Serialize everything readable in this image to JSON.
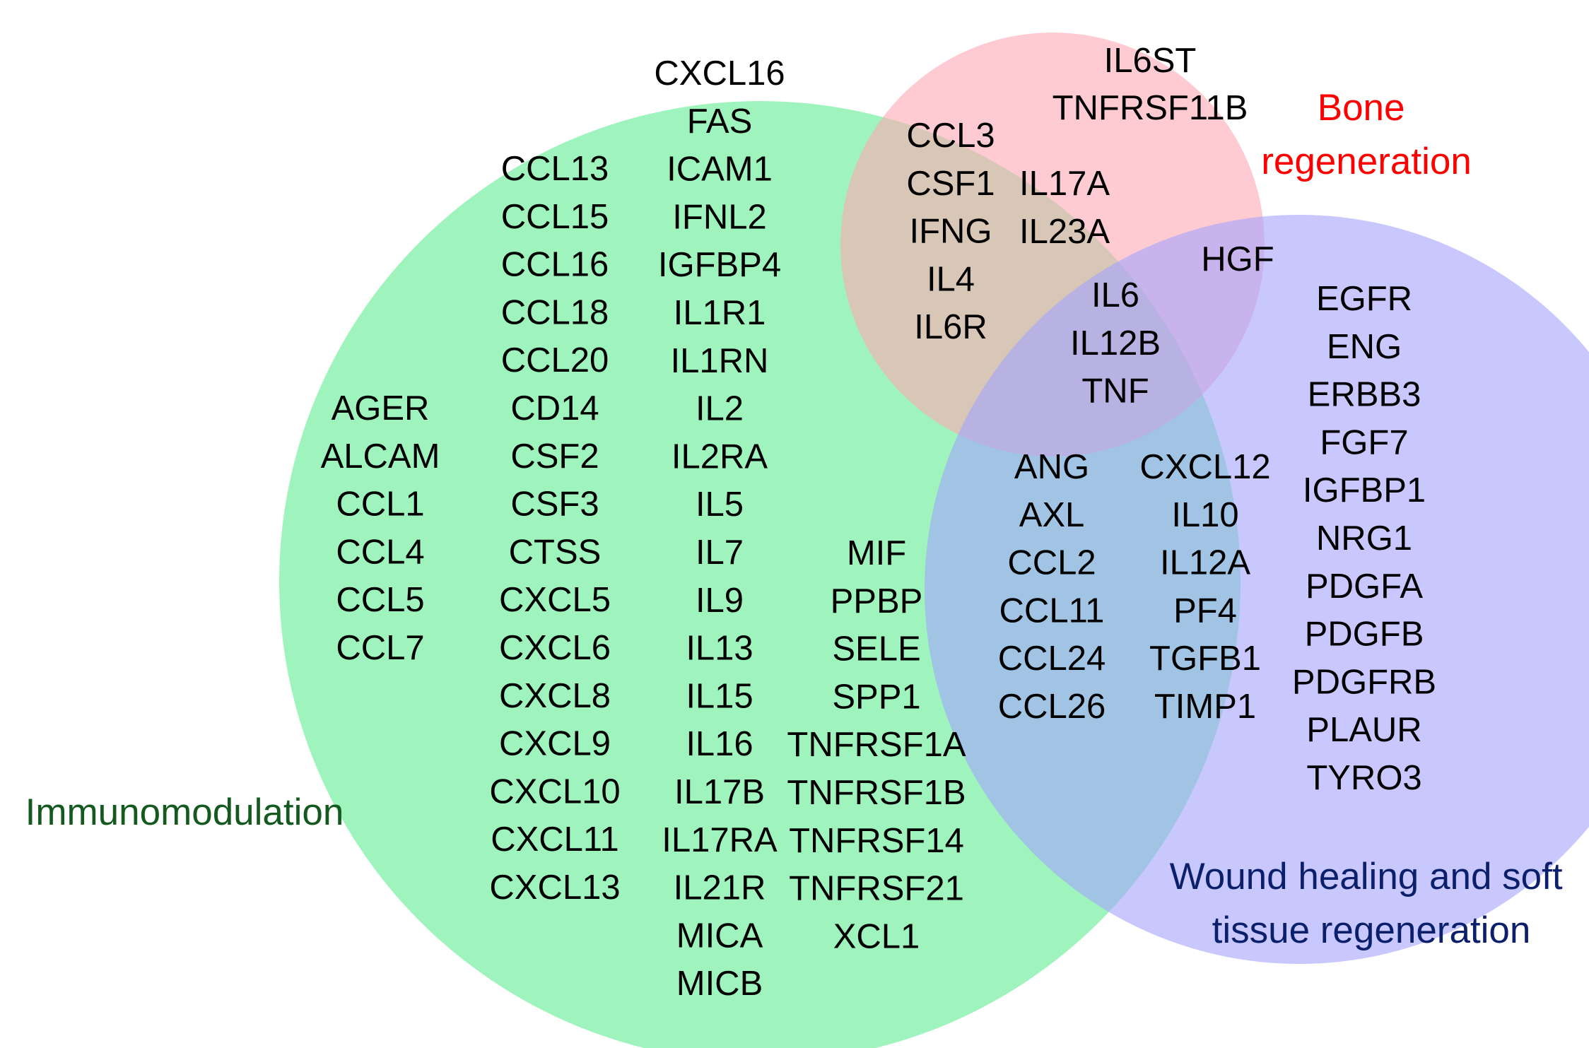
{
  "sets": {
    "immuno": {
      "label_lines": [
        "Immunomodulation"
      ],
      "fill": "#7ef0a6",
      "text_color": "#145a1f"
    },
    "bone": {
      "label_lines": [
        "Bone",
        "regeneration"
      ],
      "fill": "#ffa8b4",
      "text_color": "#ff0000"
    },
    "wound": {
      "label_lines": [
        "Wound healing and soft",
        "tissue regeneration"
      ],
      "fill": "#a3a3ff",
      "text_color": "#0b1f6b"
    }
  },
  "regions": {
    "immuno_only_col1": [
      "AGER",
      "ALCAM",
      "CCL1",
      "CCL4",
      "CCL5",
      "CCL7"
    ],
    "immuno_only_col2": [
      "CCL13",
      "CCL15",
      "CCL16",
      "CCL18",
      "CCL20",
      "CD14",
      "CSF2",
      "CSF3",
      "CTSS",
      "CXCL5",
      "CXCL6",
      "CXCL8",
      "CXCL9",
      "CXCL10",
      "CXCL11",
      "CXCL13"
    ],
    "immuno_only_col3": [
      "CXCL16",
      "FAS",
      "ICAM1",
      "IFNL2",
      "IGFBP4",
      "IL1R1",
      "IL1RN",
      "IL2",
      "IL2RA",
      "IL5",
      "IL7",
      "IL9",
      "IL13",
      "IL15",
      "IL16",
      "IL17B",
      "IL17RA",
      "IL21R",
      "MICA",
      "MICB"
    ],
    "immuno_only_col4": [
      "MIF",
      "PPBP",
      "SELE",
      "SPP1",
      "TNFRSF1A",
      "TNFRSF1B",
      "TNFRSF14",
      "TNFRSF21",
      "XCL1"
    ],
    "bone_only": [
      "IL6ST",
      "TNFRSF11B"
    ],
    "immuno_bone_col1": [
      "CCL3",
      "CSF1",
      "IFNG",
      "IL4",
      "IL6R"
    ],
    "immuno_bone_col2": [
      "IL17A",
      "IL23A"
    ],
    "bone_wound": [
      "HGF"
    ],
    "all_three": [
      "IL6",
      "IL12B",
      "TNF"
    ],
    "immuno_wound_col1": [
      "ANG",
      "AXL",
      "CCL2",
      "CCL11",
      "CCL24",
      "CCL26"
    ],
    "immuno_wound_col2": [
      "CXCL12",
      "IL10",
      "IL12A",
      "PF4",
      "TGFB1",
      "TIMP1"
    ],
    "wound_only": [
      "EGFR",
      "ENG",
      "ERBB3",
      "FGF7",
      "IGFBP1",
      "NRG1",
      "PDGFA",
      "PDGFB",
      "PDGFRB",
      "PLAUR",
      "TYRO3"
    ]
  }
}
